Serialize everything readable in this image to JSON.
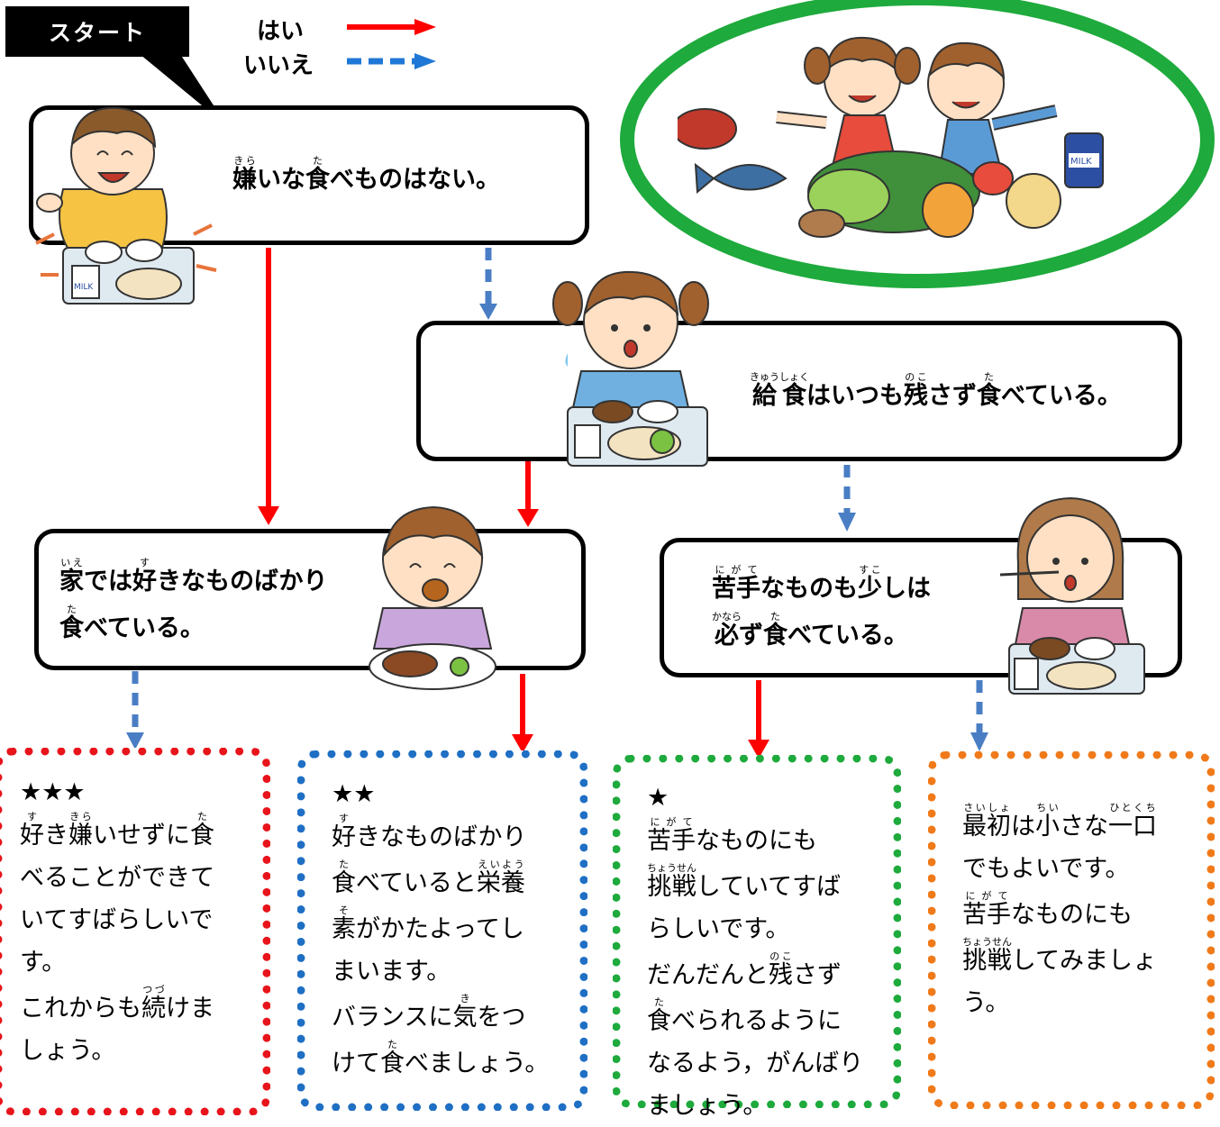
{
  "start_label": "スタート",
  "legend": {
    "yes_label": "はい",
    "no_label": "いいえ",
    "yes_color": "#ff0000",
    "no_color": "#1f78d6"
  },
  "q1": {
    "parts": [
      {
        "t": "嫌",
        "r": "きら"
      },
      {
        "t": "いな"
      },
      {
        "t": "食",
        "r": "た"
      },
      {
        "t": "べものはない。"
      }
    ]
  },
  "q2": {
    "parts": [
      {
        "t": "給",
        "r": "きゅう"
      },
      {
        "t": "食",
        "r": "しょく"
      },
      {
        "t": "はいつも"
      },
      {
        "t": "残",
        "r": "のこ"
      },
      {
        "t": "さず"
      },
      {
        "t": "食",
        "r": "た"
      },
      {
        "t": "べている。"
      }
    ]
  },
  "q3": {
    "line1": [
      {
        "t": "家",
        "r": "いえ"
      },
      {
        "t": "では"
      },
      {
        "t": "好",
        "r": "す"
      },
      {
        "t": "きなものばかり"
      }
    ],
    "line2": [
      {
        "t": "食",
        "r": "た"
      },
      {
        "t": "べている。"
      }
    ]
  },
  "q4": {
    "line1": [
      {
        "t": "苦手",
        "r": "にがて"
      },
      {
        "t": "なものも"
      },
      {
        "t": "少",
        "r": "すこ"
      },
      {
        "t": "しは"
      }
    ],
    "line2": [
      {
        "t": "必",
        "r": "かなら"
      },
      {
        "t": "ず"
      },
      {
        "t": "食",
        "r": "た"
      },
      {
        "t": "べている。"
      }
    ]
  },
  "results": [
    {
      "stars": "★★★",
      "color": "#e8141b",
      "lines": [
        [
          {
            "t": "好",
            "r": "す"
          },
          {
            "t": "き"
          },
          {
            "t": "嫌",
            "r": "きら"
          },
          {
            "t": "いせずに"
          },
          {
            "t": "食",
            "r": "た"
          }
        ],
        [
          {
            "t": "べることができて"
          }
        ],
        [
          {
            "t": "いてすばらしいで"
          }
        ],
        [
          {
            "t": "す。"
          }
        ],
        [
          {
            "t": "これからも"
          },
          {
            "t": "続",
            "r": "つづ"
          },
          {
            "t": "けま"
          }
        ],
        [
          {
            "t": "しょう。"
          }
        ]
      ]
    },
    {
      "stars": "★★",
      "color": "#1f6fc4",
      "lines": [
        [
          {
            "t": "好",
            "r": "す"
          },
          {
            "t": "きなものばかり"
          }
        ],
        [
          {
            "t": "食",
            "r": "た"
          },
          {
            "t": "べていると"
          },
          {
            "t": "栄養",
            "r": "えいよう"
          }
        ],
        [
          {
            "t": "素",
            "r": "そ"
          },
          {
            "t": "がかたよってし"
          }
        ],
        [
          {
            "t": "まいます。"
          }
        ],
        [
          {
            "t": "バランスに"
          },
          {
            "t": "気",
            "r": "き"
          },
          {
            "t": "をつ"
          }
        ],
        [
          {
            "t": "けて"
          },
          {
            "t": "食",
            "r": "た"
          },
          {
            "t": "べましょう。"
          }
        ]
      ]
    },
    {
      "stars": "★",
      "color": "#1eaa3c",
      "lines": [
        [
          {
            "t": "苦手",
            "r": "にがて"
          },
          {
            "t": "なものにも"
          }
        ],
        [
          {
            "t": "挑戦",
            "r": "ちょうせん"
          },
          {
            "t": "していてすば"
          }
        ],
        [
          {
            "t": "らしいです。"
          }
        ],
        [
          {
            "t": "だんだんと"
          },
          {
            "t": "残",
            "r": "のこ"
          },
          {
            "t": "さず"
          }
        ],
        [
          {
            "t": "食",
            "r": "た"
          },
          {
            "t": "べられるように"
          }
        ],
        [
          {
            "t": "なるよう，がんばり"
          }
        ],
        [
          {
            "t": "ましょう。"
          }
        ]
      ]
    },
    {
      "stars": "",
      "color": "#f07a1a",
      "lines": [
        [
          {
            "t": "最初",
            "r": "さいしょ"
          },
          {
            "t": "は"
          },
          {
            "t": "小",
            "r": "ちい"
          },
          {
            "t": "さな"
          },
          {
            "t": "一口",
            "r": "ひとくち"
          }
        ],
        [
          {
            "t": "でもよいです。"
          }
        ],
        [
          {
            "t": "苦手",
            "r": "にがて"
          },
          {
            "t": "なものにも"
          }
        ],
        [
          {
            "t": "挑戦",
            "r": "ちょうせん"
          },
          {
            "t": "してみましょ"
          }
        ],
        [
          {
            "t": "う。"
          }
        ]
      ]
    }
  ],
  "milk_label": "MILK",
  "colors": {
    "ellipse": "#1eaa3c",
    "arrow_yes": "#ff0000",
    "arrow_no": "#4a7ec4"
  }
}
